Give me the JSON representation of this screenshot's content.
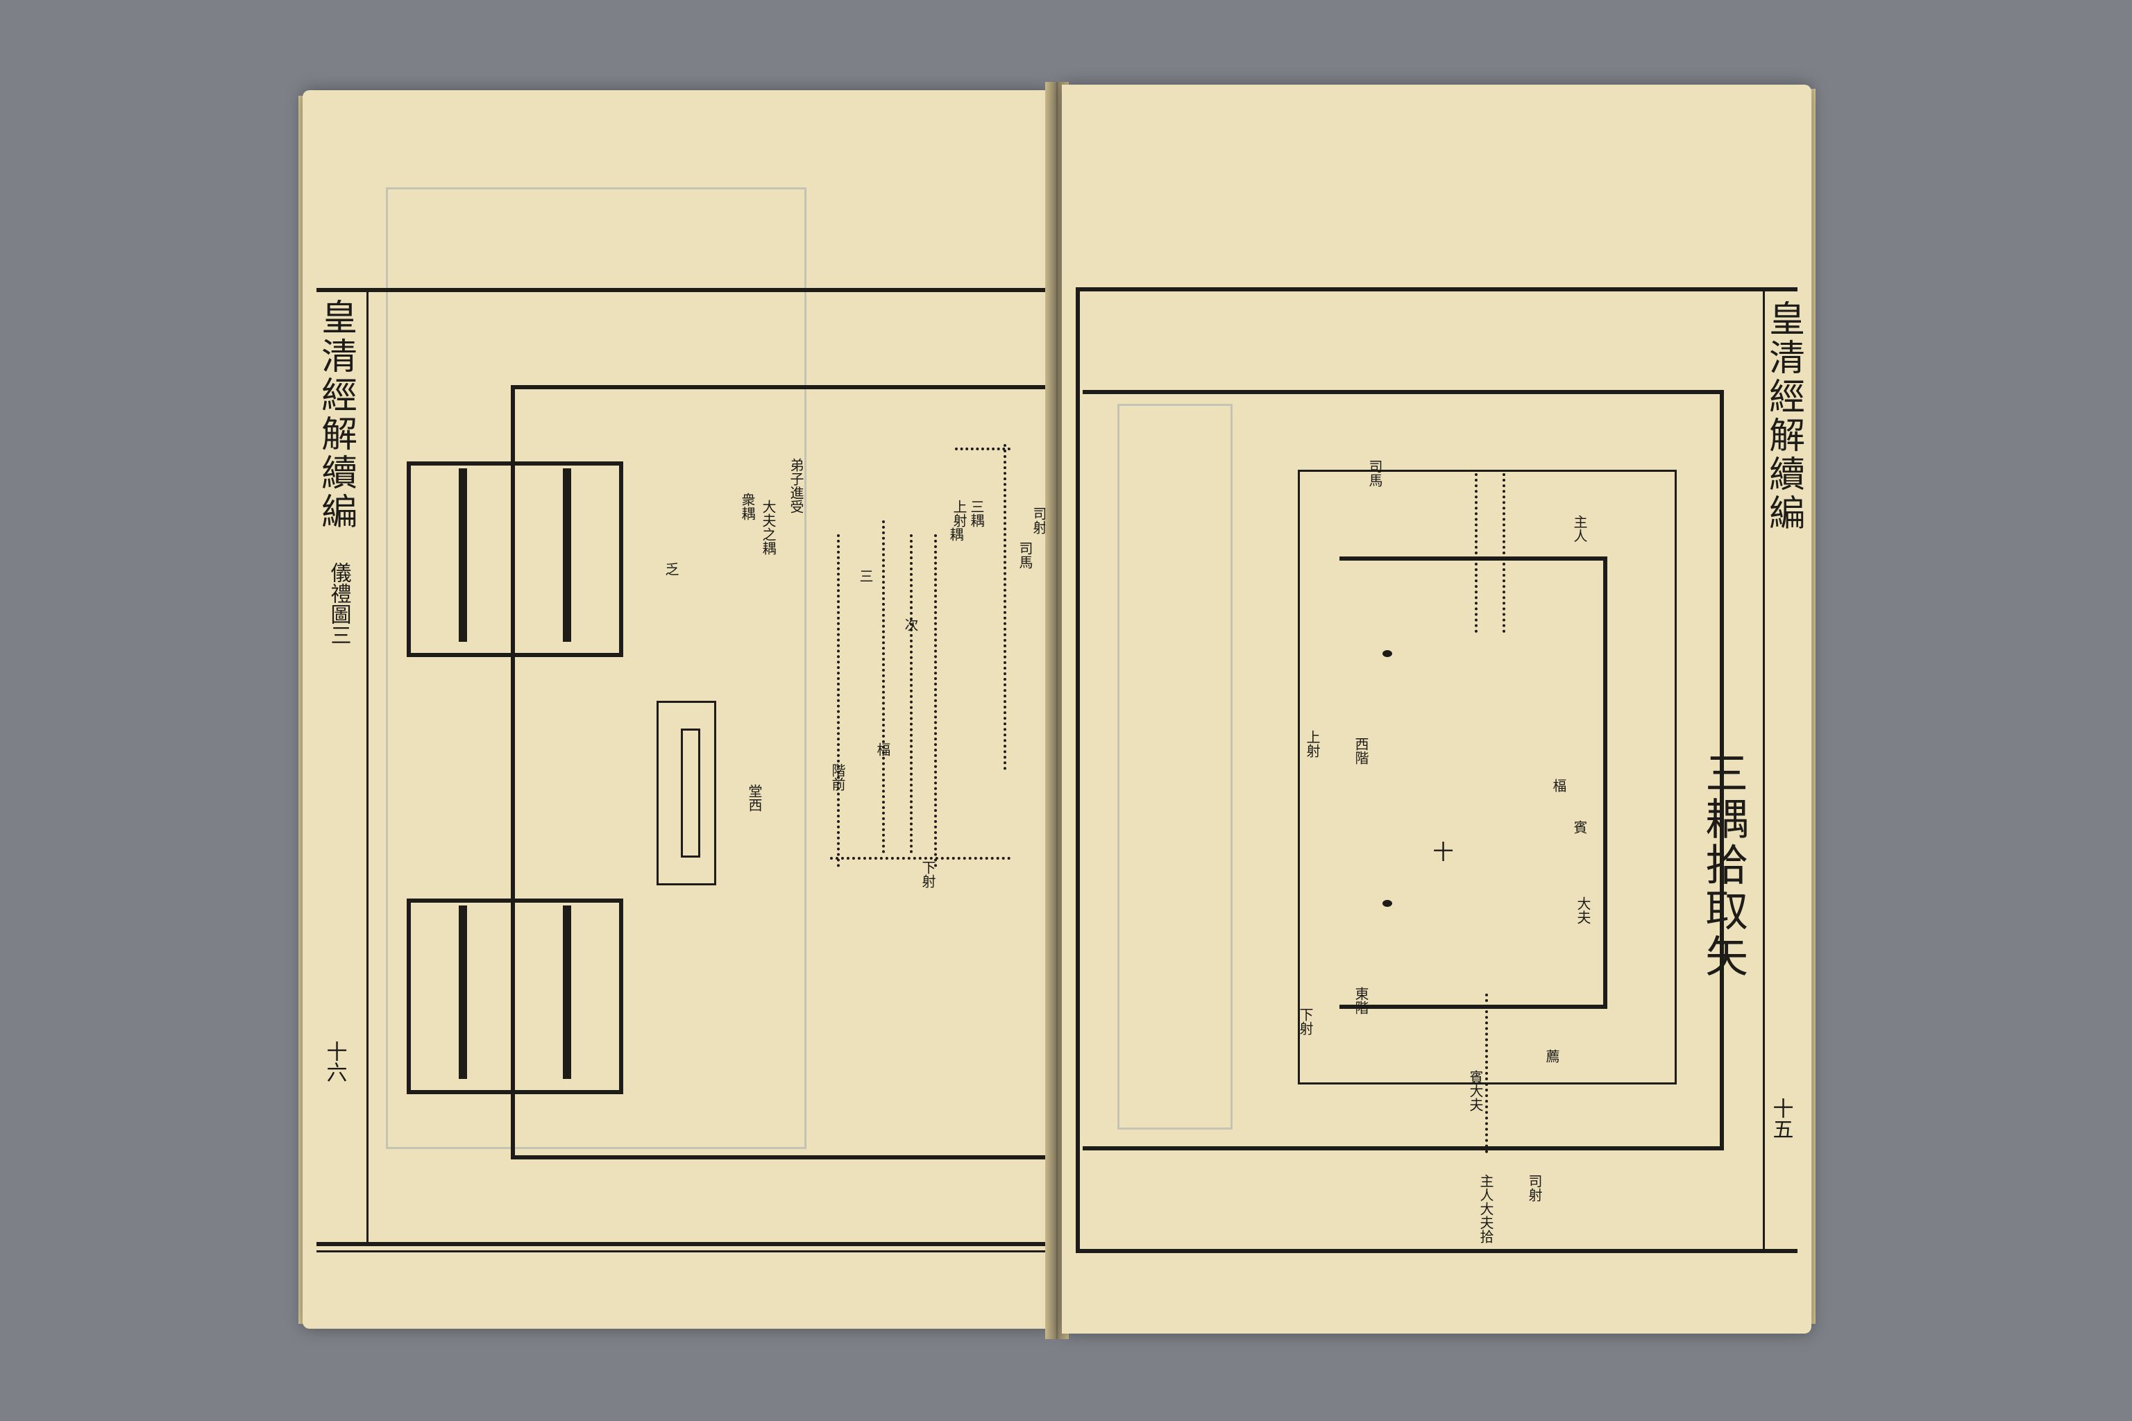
{
  "left_page": {
    "title": "皇清經解續編",
    "section": "儀禮圖三",
    "folio": "十六",
    "labels": [
      "司射",
      "司馬",
      "上射",
      "下射",
      "三耦",
      "耦",
      "衆耦",
      "弟子進受",
      "大夫之耦",
      "乏",
      "楅",
      "堂西",
      "階前",
      "次",
      "三"
    ]
  },
  "right_page": {
    "header": "皇清經解續編",
    "title": "三耦拾取矢",
    "folio": "十五",
    "labels": [
      "賓",
      "大夫",
      "主人",
      "楅",
      "十",
      "西階",
      "東階",
      "薦",
      "司馬",
      "上射",
      "下射",
      "主人大夫拾",
      "賓大夫",
      "司射"
    ]
  }
}
